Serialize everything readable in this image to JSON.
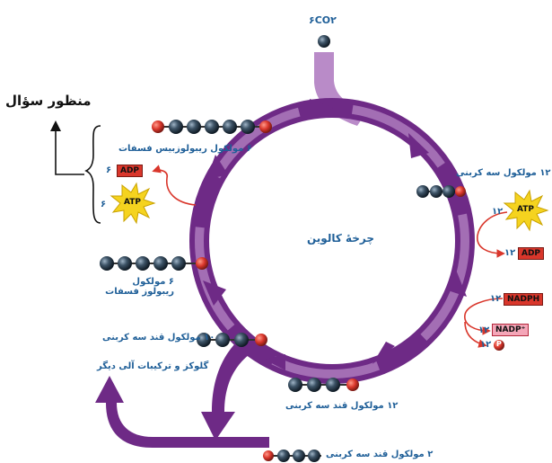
{
  "question_label": "منظور سؤال",
  "co2_label": "۶CO۲",
  "cycle_name": "چرخهٔ کالوین",
  "ribulose_bisphosphate": "۶ مولکول ریبولوزبیس فسفات",
  "ribulose_phosphate": "۶ مولکول ریبولوز فسفات",
  "three_carbon_12": "۱۲ مولکول سه کربنی",
  "three_carbon_sugar_12": "۱۲ مولکول قند سه کربنی",
  "three_carbon_sugar_10": "۱۰ مولکول قند سه کربنی",
  "three_carbon_sugar_2": "۲ مولکول قند سه کربنی",
  "glucose_other": "گلوکز و ترکیبات آلی دیگر",
  "atp": "ATP",
  "adp": "ADP",
  "nadph": "NADPH",
  "nadp": "NADP⁺",
  "p_symbol": "P",
  "num_6": "۶",
  "num_12": "۱۲",
  "colors": {
    "cycle": "#6e2a86",
    "cycle_light": "#b98bc8",
    "text_blue": "#1f5f98",
    "phosphate": "#d9362b",
    "atp_star": "#f5d31f",
    "carbon": "#2b3d4d"
  }
}
